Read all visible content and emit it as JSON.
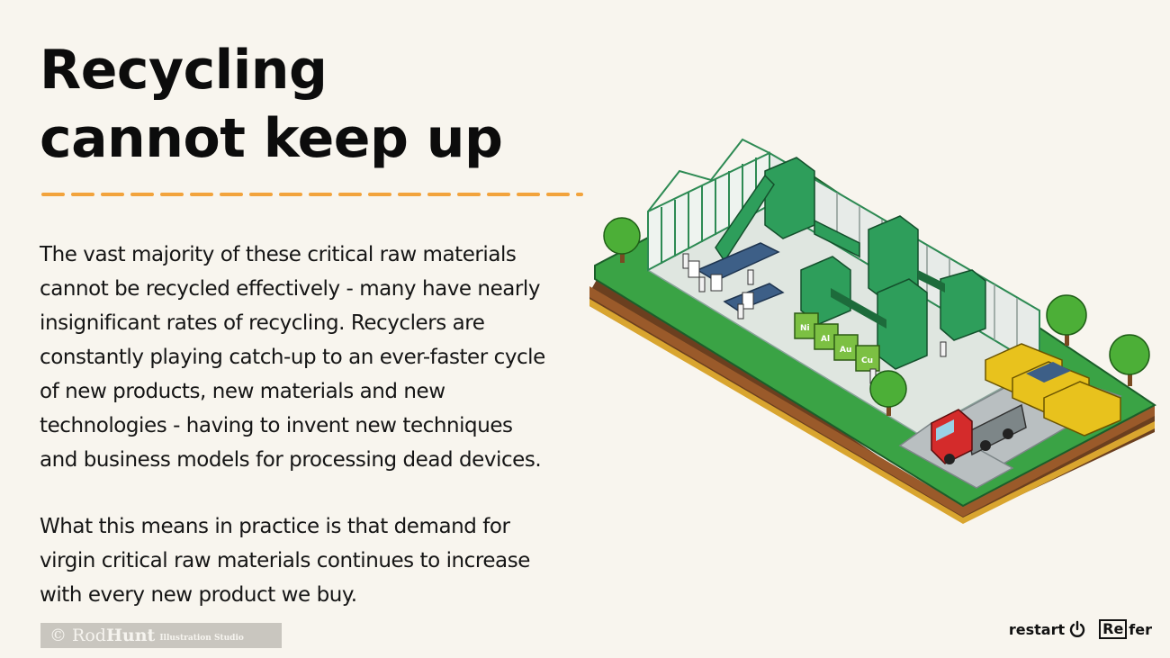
{
  "title": {
    "line1": "Recycling",
    "line2": "cannot keep up"
  },
  "body": {
    "paragraph1_lines": [
      "The vast majority of these critical raw materials",
      "cannot be recycled effectively - many have nearly",
      "insignificant rates of recycling. Recyclers are",
      "constantly playing catch-up to an ever-faster cycle",
      "of new products, new materials and new",
      "technologies - having to invent new techniques",
      "and business models for processing dead devices."
    ],
    "paragraph2_lines": [
      "What this means in practice is that demand for",
      "virgin critical raw materials continues to increase",
      "with every new product we buy."
    ]
  },
  "illustration": {
    "bin_labels": [
      "Ni",
      "Al",
      "Au",
      "Cu"
    ]
  },
  "credit": {
    "copyright": "©",
    "first_name": "Rod",
    "last_name": "Hunt",
    "studio": "Illustration Studio"
  },
  "logos": {
    "restart": "restart",
    "refer_boxed": "Re",
    "refer_rest": "fer"
  },
  "colors": {
    "accent_dash": "#f2a33c",
    "background": "#f8f5ee",
    "factory_green": "#2e9e5b",
    "grass": "#3aa345",
    "container_yellow": "#e8c21d",
    "truck_red": "#d42b2b"
  }
}
